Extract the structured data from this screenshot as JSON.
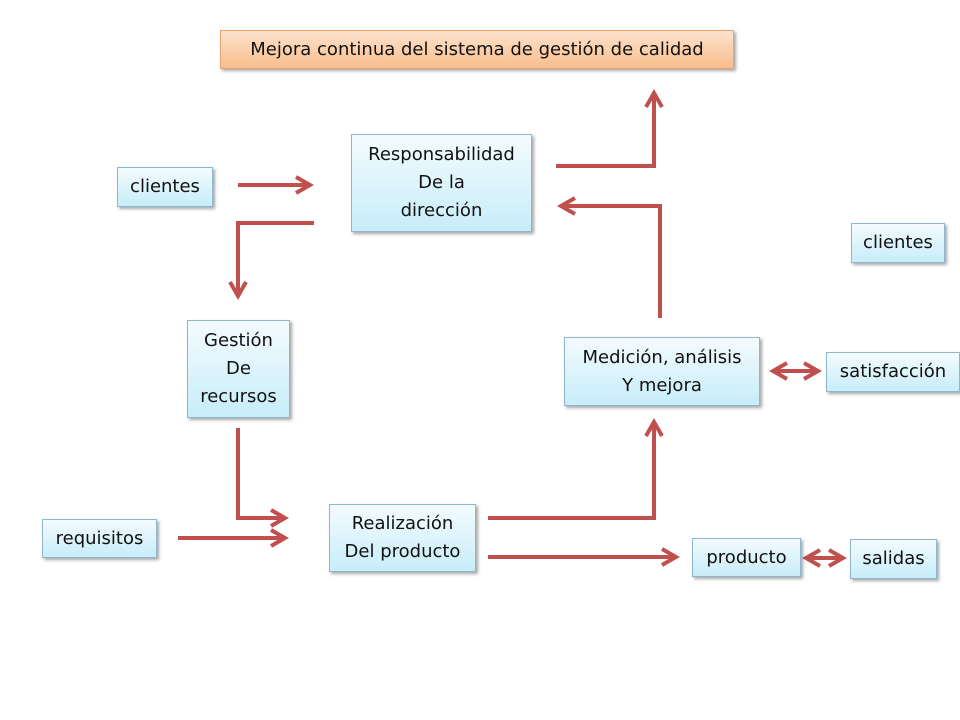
{
  "title": "Mejora continua del sistema de gestión de calidad",
  "nodes": {
    "clientes_in": "clientes",
    "responsabilidad": [
      "Responsabilidad",
      "De la",
      "dirección"
    ],
    "gestion": [
      "Gestión",
      "De",
      "recursos"
    ],
    "requisitos": "requisitos",
    "realizacion": [
      "Realización",
      "Del producto"
    ],
    "medicion": [
      "Medición, análisis",
      "Y mejora"
    ],
    "clientes_out": "clientes",
    "satisfaccion": "satisfacción",
    "producto": "producto",
    "salidas": "salidas"
  },
  "colors": {
    "arrow": "#c0504d",
    "box_fill": "#c7edf9",
    "box_border": "#8fb6cf",
    "title_fill": "#f9bd8c"
  }
}
